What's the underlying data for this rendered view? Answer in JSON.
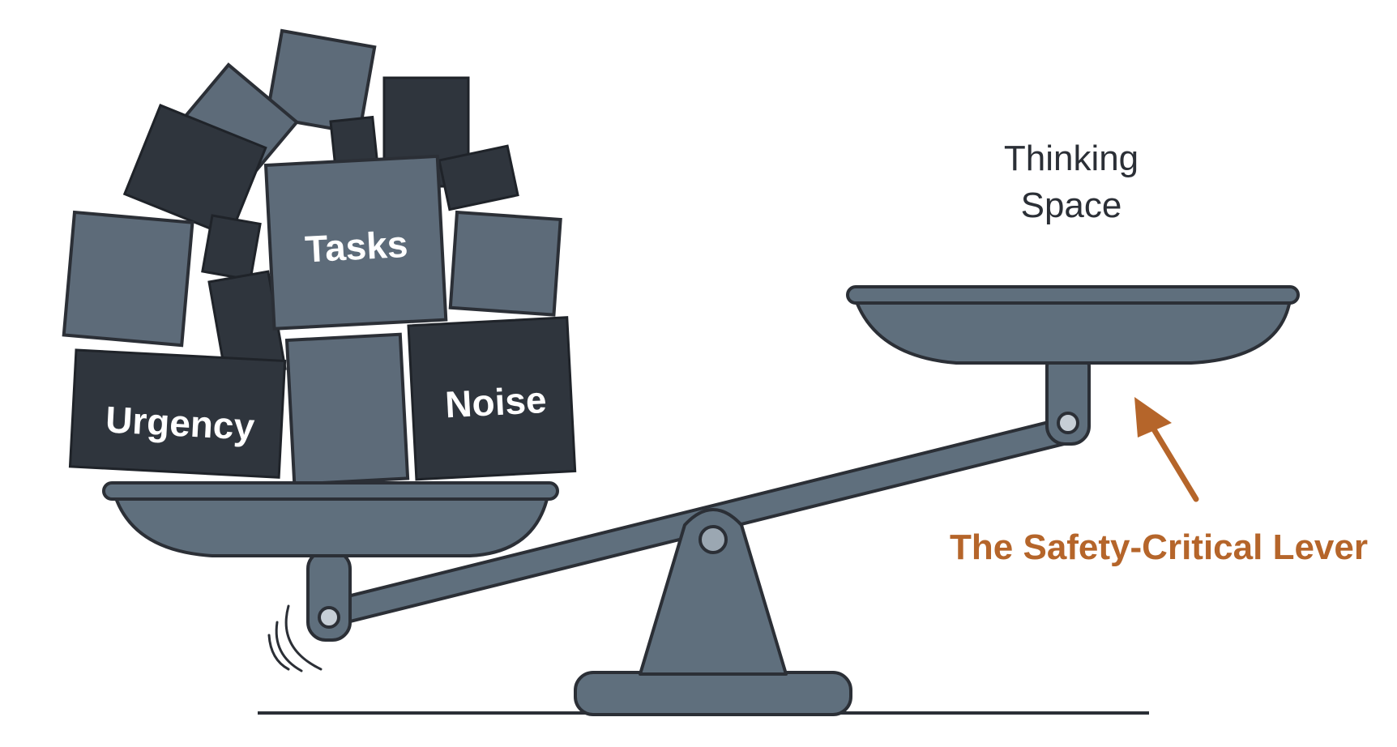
{
  "blocks": {
    "tasks": "Tasks",
    "urgency": "Urgency",
    "noise": "Noise"
  },
  "right_pan": {
    "label_line1": "Thinking",
    "label_line2": "Space"
  },
  "callout": {
    "label": "The Safety-Critical Lever",
    "color": "#b5652a"
  },
  "colors": {
    "steel": "#5f6f7d",
    "dark_block": "#2f353d",
    "outline": "#2b2f36"
  }
}
